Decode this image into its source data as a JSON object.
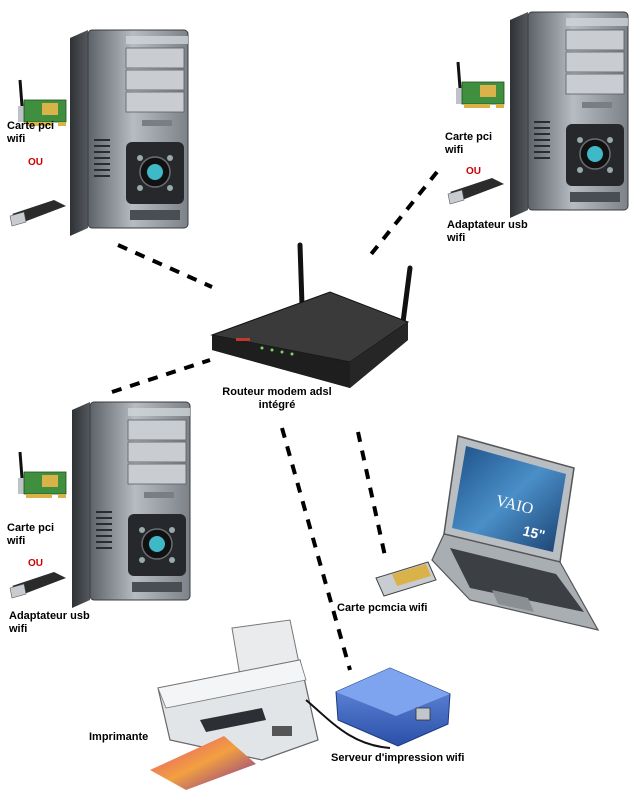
{
  "labels": {
    "pc_top_left_card": [
      "Carte pci",
      "wifi"
    ],
    "pc_top_left_or": "OU",
    "pc_top_right_card": [
      "Carte pci",
      "wifi"
    ],
    "pc_top_right_or": "OU",
    "pc_top_right_usb": [
      "Adaptateur usb",
      "wifi"
    ],
    "router": [
      "Routeur modem adsl",
      "intégré"
    ],
    "pc_bottom_left_card": [
      "Carte pci",
      "wifi"
    ],
    "pc_bottom_left_or": "OU",
    "pc_bottom_left_usb": [
      "Adaptateur usb",
      "wifi"
    ],
    "pcmcia": "Carte pcmcia wifi",
    "printer": "Imprimante",
    "print_server": "Serveur d'impression wifi",
    "laptop_brand": "VAIO",
    "laptop_size": "15\""
  },
  "colors": {
    "tower_body": "#9aa0a6",
    "tower_dark": "#3a3d40",
    "router_body": "#2c2c2c",
    "pcb": "#3f8f3f",
    "pcb_gold": "#d9b24a",
    "ou_red": "#cc0000",
    "server_blue": "#3b67c9",
    "laptop_screen": "#2f6fa8"
  },
  "icons": [
    "desktop-tower-icon",
    "wifi-pci-card-icon",
    "usb-wifi-adapter-icon",
    "wifi-router-icon",
    "laptop-icon",
    "pcmcia-card-icon",
    "inkjet-printer-icon",
    "print-server-icon"
  ]
}
